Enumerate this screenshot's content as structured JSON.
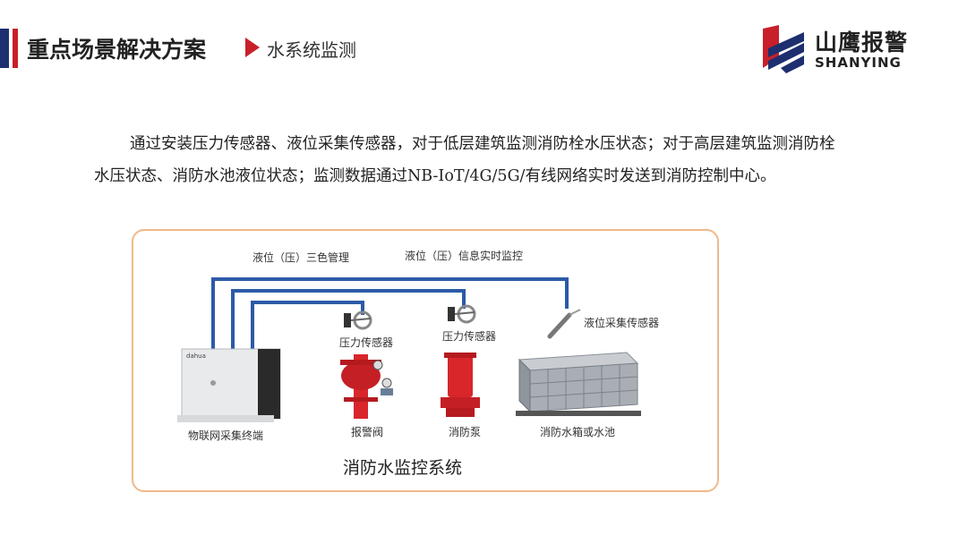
{
  "header": {
    "title": "重点场景解决方案",
    "subtitle": "水系统监测"
  },
  "logo": {
    "name_cn": "山鹰报警",
    "name_en": "SHANYING"
  },
  "intro": {
    "text": "通过安装压力传感器、液位采集传感器，对于低层建筑监测消防栓水压状态；对于高层建筑监测消防栓水压状态、消防水池液位状态；监测数据通过NB-IoT/4G/5G/有线网络实时发送到消防控制中心。"
  },
  "diagram": {
    "label_tricolor": "液位（压）三色管理",
    "label_realtime": "液位（压）信息实时监控",
    "sensor_level": "液位采集传感器",
    "sensor_pressure_1": "压力传感器",
    "sensor_pressure_2": "压力传感器",
    "device_terminal": "物联网采集终端",
    "device_valve": "报警阀",
    "device_pump": "消防泵",
    "device_tank": "消防水箱或水池",
    "caption": "消防水监控系统",
    "colors": {
      "pipe": "#2c5aa8",
      "panel_border": "#f0b98a",
      "equipment_red": "#d8262b",
      "brand_red": "#c8202a",
      "brand_navy": "#1d2f6f"
    }
  }
}
